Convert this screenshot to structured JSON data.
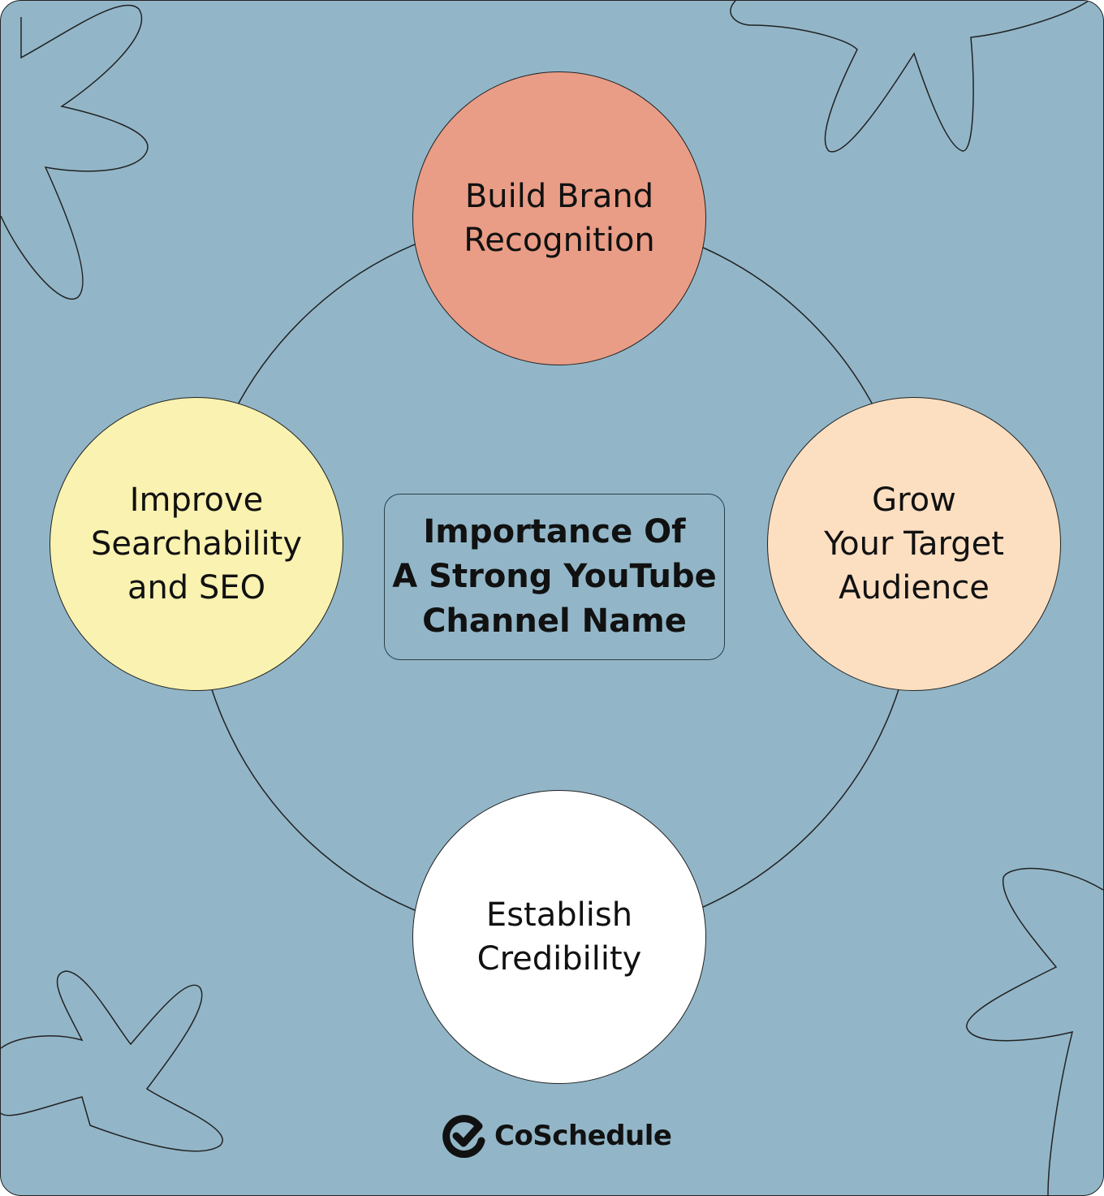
{
  "colors": {
    "background": "#92b6c8",
    "outline": "#222222",
    "brand": "#e99d86",
    "audience": "#fcdfc1",
    "credibility": "#ffffff",
    "seo": "#f9f2b0"
  },
  "center": {
    "lines": [
      "Importance Of",
      "A Strong YouTube",
      "Channel Name"
    ]
  },
  "nodes": {
    "top": {
      "lines": [
        "Build Brand",
        "Recognition"
      ]
    },
    "right": {
      "lines": [
        "Grow",
        "Your Target",
        "Audience"
      ]
    },
    "bottom": {
      "lines": [
        "Establish",
        "Credibility"
      ]
    },
    "left": {
      "lines": [
        "Improve",
        "Searchability",
        "and SEO"
      ]
    }
  },
  "logo": {
    "text": "CoSchedule",
    "icon": "check-circle-icon"
  }
}
